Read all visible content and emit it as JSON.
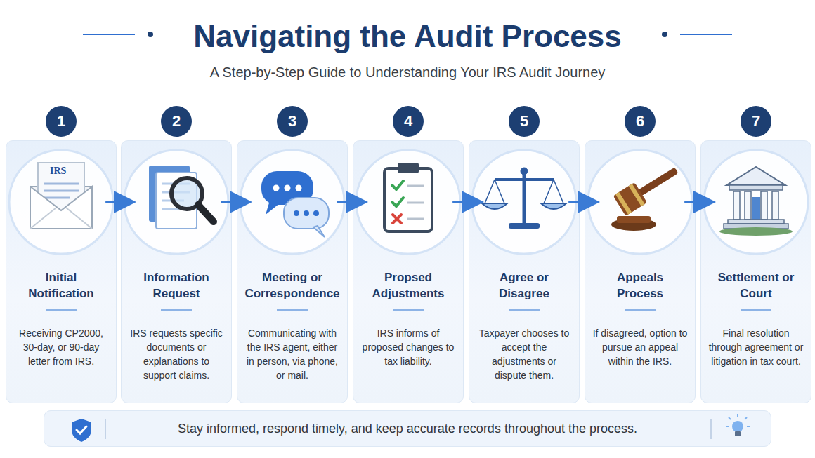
{
  "diagram": {
    "title": "Navigating the Audit Process",
    "caption": "A Step-by-Step Guide to Understanding Your IRS Audit Journey",
    "nodes": [
      {
        "text": [
          "1",
          "Initial Notification",
          "Receiving CP2000, 30-day, or 90-day letter from IRS."
        ]
      },
      {
        "text": [
          "2",
          "Information Request",
          "IRS requests specific documents or explanations to support claims."
        ]
      },
      {
        "text": [
          "3",
          "Meeting or Correspondence",
          "Communicating with the IRS agent, either in person, via phone, or mail."
        ]
      },
      {
        "text": [
          "4",
          "Propsed Adjustments",
          "IRS informs of proposed changes to tax liability."
        ]
      },
      {
        "text": [
          "5",
          "Agree or Disagree",
          "Taxpayer chooses to accept the adjustments or dispute them."
        ]
      },
      {
        "text": [
          "6",
          "Appeals Process",
          "If disagreed, option to pursue an appeal within the IRS."
        ]
      },
      {
        "text": [
          "7",
          "Settlement or Court",
          "Final resolution through agreement or litigation in tax court."
        ]
      },
      {
        "text": [
          "Stay informed, respond timely, and keep accurate records throughout the process."
        ]
      }
    ],
    "edges": [
      {
        "from": 0,
        "to": 1,
        "arrow": "to"
      },
      {
        "from": 1,
        "to": 2,
        "arrow": "to"
      },
      {
        "from": 2,
        "to": 3,
        "arrow": "to"
      },
      {
        "from": 3,
        "to": 4,
        "arrow": "to"
      },
      {
        "from": 4,
        "to": 5,
        "arrow": "to"
      },
      {
        "from": 5,
        "to": 6,
        "arrow": "to"
      }
    ],
    "labels": [
      "IRS"
    ]
  }
}
